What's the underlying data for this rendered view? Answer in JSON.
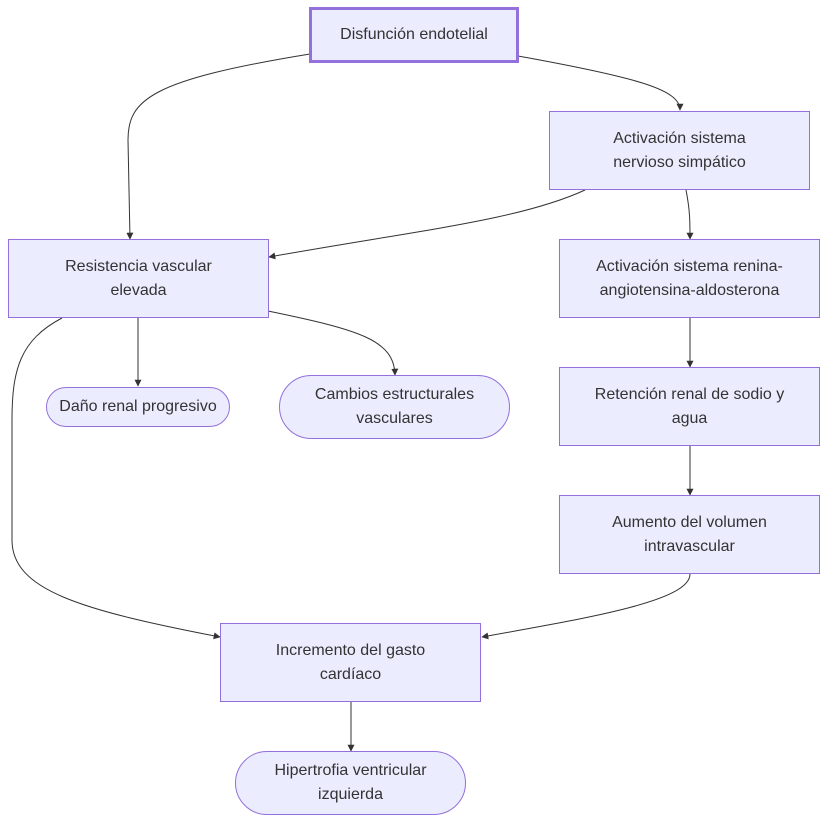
{
  "diagram": {
    "type": "flowchart",
    "nodes": {
      "disfuncion": "Disfunción endotelial",
      "simpatico": "Activación sistema nervioso simpático",
      "resistencia": "Resistencia vascular elevada",
      "renina": "Activación sistema renina-angiotensina-aldosterona",
      "dano": "Daño renal progresivo",
      "cambios": "Cambios estructurales vasculares",
      "retencion": "Retención renal de sodio y agua",
      "volumen": "Aumento del volumen intravascular",
      "gasto": "Incremento del gasto cardíaco",
      "hipertrofia": "Hipertrofia ventricular izquierda"
    },
    "edges": [
      {
        "from": "disfuncion",
        "to": "resistencia"
      },
      {
        "from": "disfuncion",
        "to": "simpatico"
      },
      {
        "from": "simpatico",
        "to": "resistencia"
      },
      {
        "from": "simpatico",
        "to": "renina"
      },
      {
        "from": "resistencia",
        "to": "dano"
      },
      {
        "from": "resistencia",
        "to": "cambios"
      },
      {
        "from": "resistencia",
        "to": "gasto"
      },
      {
        "from": "renina",
        "to": "retencion"
      },
      {
        "from": "retencion",
        "to": "volumen"
      },
      {
        "from": "volumen",
        "to": "gasto"
      },
      {
        "from": "gasto",
        "to": "hipertrofia"
      }
    ],
    "colors": {
      "node_fill": "#ececff",
      "node_border": "#9370db",
      "text": "#333333",
      "edge": "#333333"
    }
  }
}
